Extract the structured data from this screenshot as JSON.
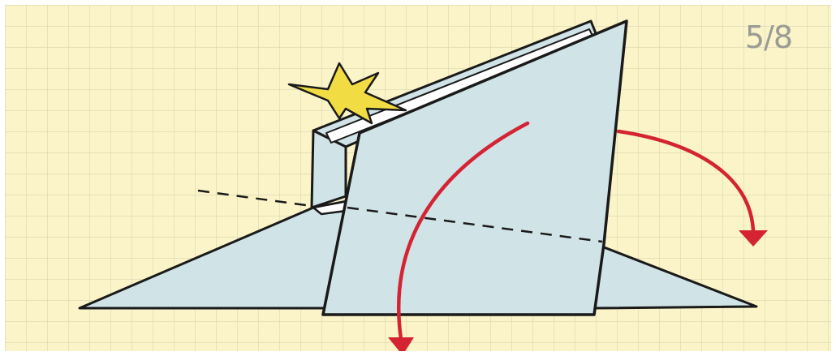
{
  "step": {
    "counter": "5/8",
    "current": 5,
    "total": 8
  },
  "colors": {
    "paper_background": "#faf4c8",
    "grid_line": "#dcd6b0",
    "sheet_fill": "#d0e3e6",
    "outline": "#1a1a1a",
    "arrow": "#d42434",
    "burst_fill": "#f2dc44",
    "counter_text": "#9b9b96"
  },
  "icons": {
    "burst": "starburst-icon",
    "arrows": [
      "curved-arrow-down-icon",
      "curved-arrow-right-icon"
    ]
  }
}
